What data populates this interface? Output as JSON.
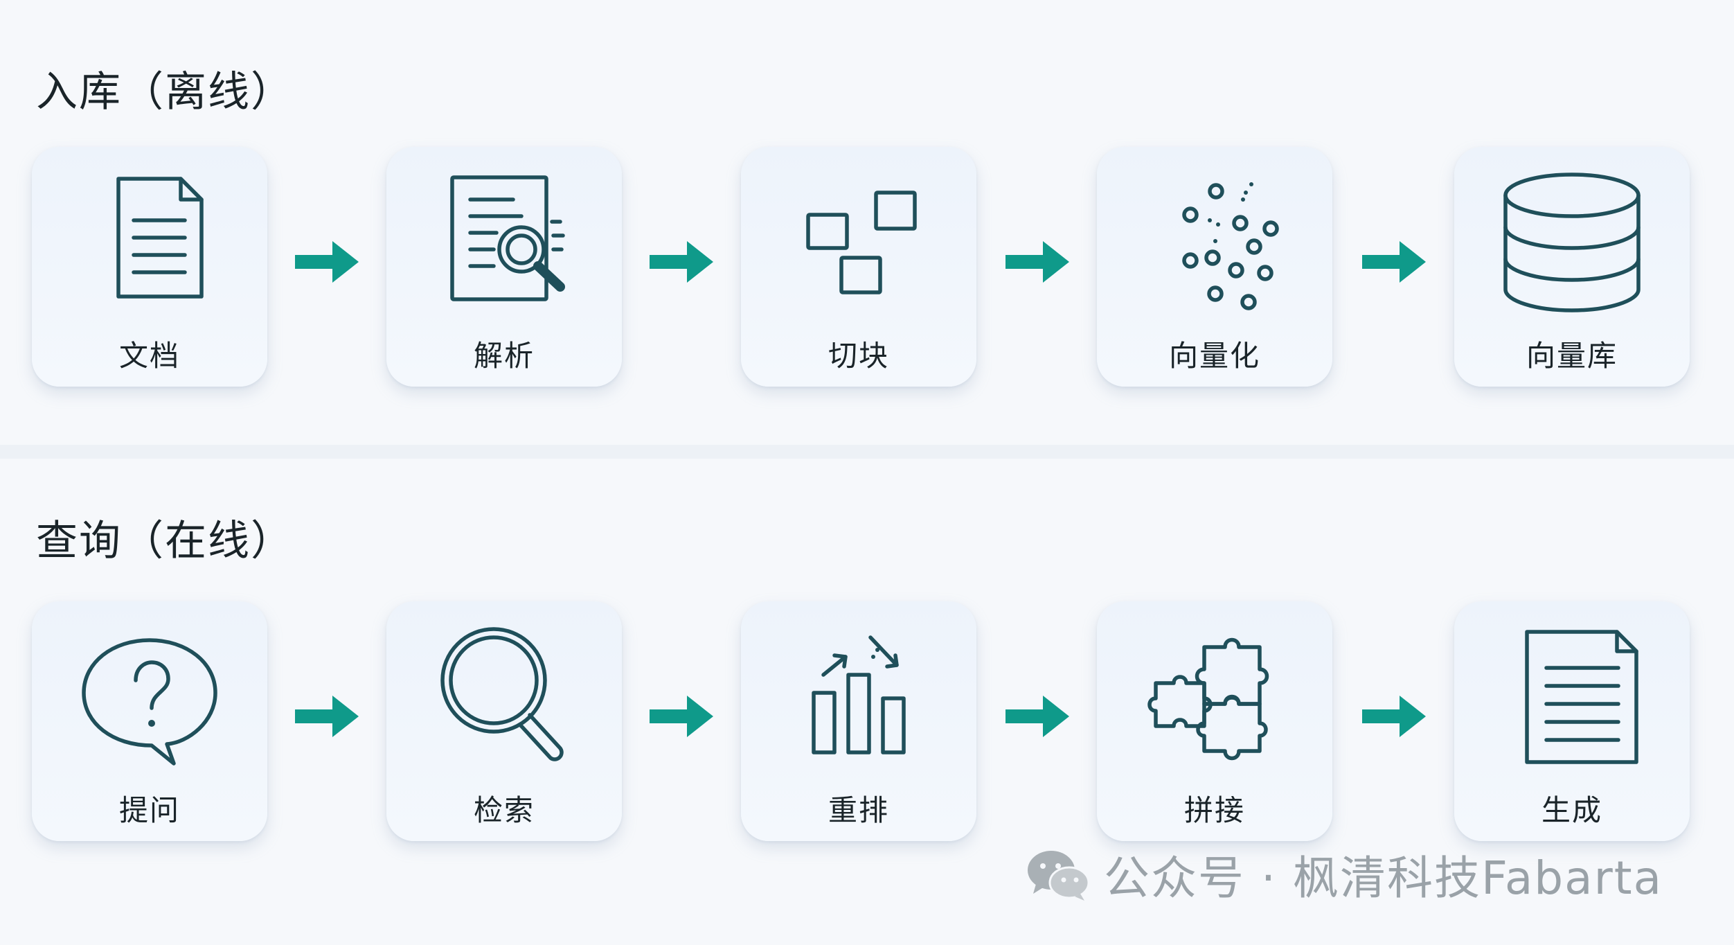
{
  "sections": {
    "offline": {
      "title": "入库（离线）",
      "steps": [
        {
          "label": "文档",
          "icon": "document-icon"
        },
        {
          "label": "解析",
          "icon": "parse-magnifier-icon"
        },
        {
          "label": "切块",
          "icon": "chunks-icon"
        },
        {
          "label": "向量化",
          "icon": "vector-dots-icon"
        },
        {
          "label": "向量库",
          "icon": "database-icon"
        }
      ]
    },
    "online": {
      "title": "查询（在线）",
      "steps": [
        {
          "label": "提问",
          "icon": "question-bubble-icon"
        },
        {
          "label": "检索",
          "icon": "search-icon"
        },
        {
          "label": "重排",
          "icon": "rerank-bars-icon"
        },
        {
          "label": "拼接",
          "icon": "puzzle-icon"
        },
        {
          "label": "生成",
          "icon": "generated-document-icon"
        }
      ]
    }
  },
  "watermark": {
    "text": "公众号 · 枫清科技Fabarta",
    "icon": "wechat-icon"
  },
  "colors": {
    "arrow": "#0f9a8a",
    "icon_stroke": "#1f4f5a",
    "card_bg": "#eef4fb",
    "page_bg": "#f6f8fb"
  }
}
